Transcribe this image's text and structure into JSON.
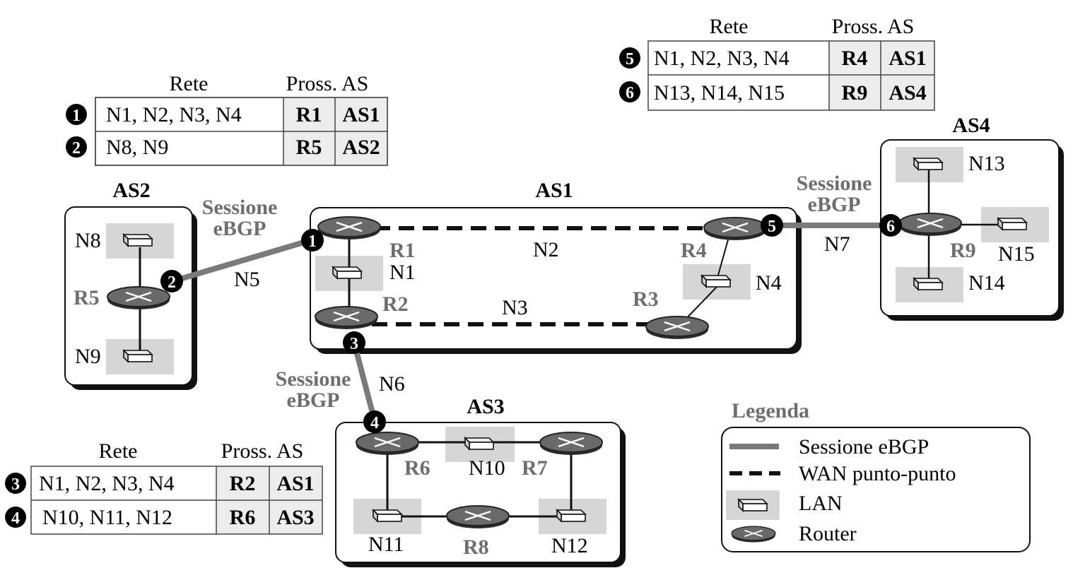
{
  "tables": [
    {
      "header_rete": "Rete",
      "header_pross": "Pross. AS",
      "rows": [
        {
          "num": "1",
          "networks": "N1, N2, N3, N4",
          "router": "R1",
          "as": "AS1"
        },
        {
          "num": "2",
          "networks": "N8, N9",
          "router": "R5",
          "as": "AS2"
        }
      ]
    },
    {
      "header_rete": "Rete",
      "header_pross": "Pross. AS",
      "rows": [
        {
          "num": "5",
          "networks": "N1, N2, N3, N4",
          "router": "R4",
          "as": "AS1"
        },
        {
          "num": "6",
          "networks": "N13, N14, N15",
          "router": "R9",
          "as": "AS4"
        }
      ]
    },
    {
      "header_rete": "Rete",
      "header_pross": "Pross. AS",
      "rows": [
        {
          "num": "3",
          "networks": "N1, N2, N3, N4",
          "router": "R2",
          "as": "AS1"
        },
        {
          "num": "4",
          "networks": "N10, N11, N12",
          "router": "R6",
          "as": "AS3"
        }
      ]
    }
  ],
  "as_labels": {
    "as1": "AS1",
    "as2": "AS2",
    "as3": "AS3",
    "as4": "AS4"
  },
  "routers": {
    "r1": "R1",
    "r2": "R2",
    "r3": "R3",
    "r4": "R4",
    "r5": "R5",
    "r6": "R6",
    "r7": "R7",
    "r8": "R8",
    "r9": "R9"
  },
  "networks": {
    "n1": "N1",
    "n2": "N2",
    "n3": "N3",
    "n4": "N4",
    "n5": "N5",
    "n6": "N6",
    "n7": "N7",
    "n8": "N8",
    "n9": "N9",
    "n10": "N10",
    "n11": "N11",
    "n12": "N12",
    "n13": "N13",
    "n14": "N14",
    "n15": "N15"
  },
  "sessions": {
    "line1": "Sessione",
    "line2": "eBGP"
  },
  "markers": {
    "m1": "1",
    "m2": "2",
    "m3": "3",
    "m4": "4",
    "m5": "5",
    "m6": "6"
  },
  "legend": {
    "title": "Legenda",
    "ebgp": "Sessione eBGP",
    "wan": "WAN punto-punto",
    "lan": "LAN",
    "router": "Router"
  },
  "colors": {
    "session_line": "#7a7a7a",
    "lan_bg": "#d6d6d6",
    "router_fill": "#6a6a6a",
    "cell_bg": "#ececec",
    "label_gray": "#6e6e6e"
  }
}
